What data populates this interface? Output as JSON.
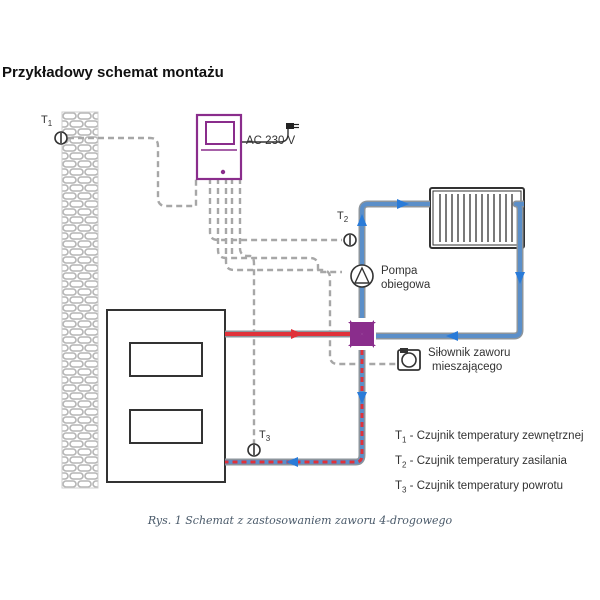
{
  "title": "Przykładowy schemat montażu",
  "caption": "Rys. 1 Schemat z zastosowaniem zaworu 4-drogowego",
  "power_label": "AC 230 V",
  "pump_label_line1": "Pompa",
  "pump_label_line2": "obiegowa",
  "actuator_label_line1": "Siłownik zaworu",
  "actuator_label_line2": "mieszającego",
  "sensors": [
    {
      "letter": "T",
      "index": "1"
    },
    {
      "letter": "T",
      "index": "2"
    },
    {
      "letter": "T",
      "index": "3"
    }
  ],
  "legend": [
    {
      "letter": "T",
      "index": "1",
      "text": " - Czujnik temperatury zewnętrznej"
    },
    {
      "letter": "T",
      "index": "2",
      "text": " - Czujnik temperatury zasilania"
    },
    {
      "letter": "T",
      "index": "3",
      "text": " - Czujnik temperatury powrotu"
    }
  ],
  "colors": {
    "controller": "#8a2d8c",
    "supply": "#e0323a",
    "return_pipe": "#5b8fc9",
    "pipe_outline": "#9aa3aa",
    "arrow": "#2a7bd8",
    "cable": "#a0a0a0"
  }
}
